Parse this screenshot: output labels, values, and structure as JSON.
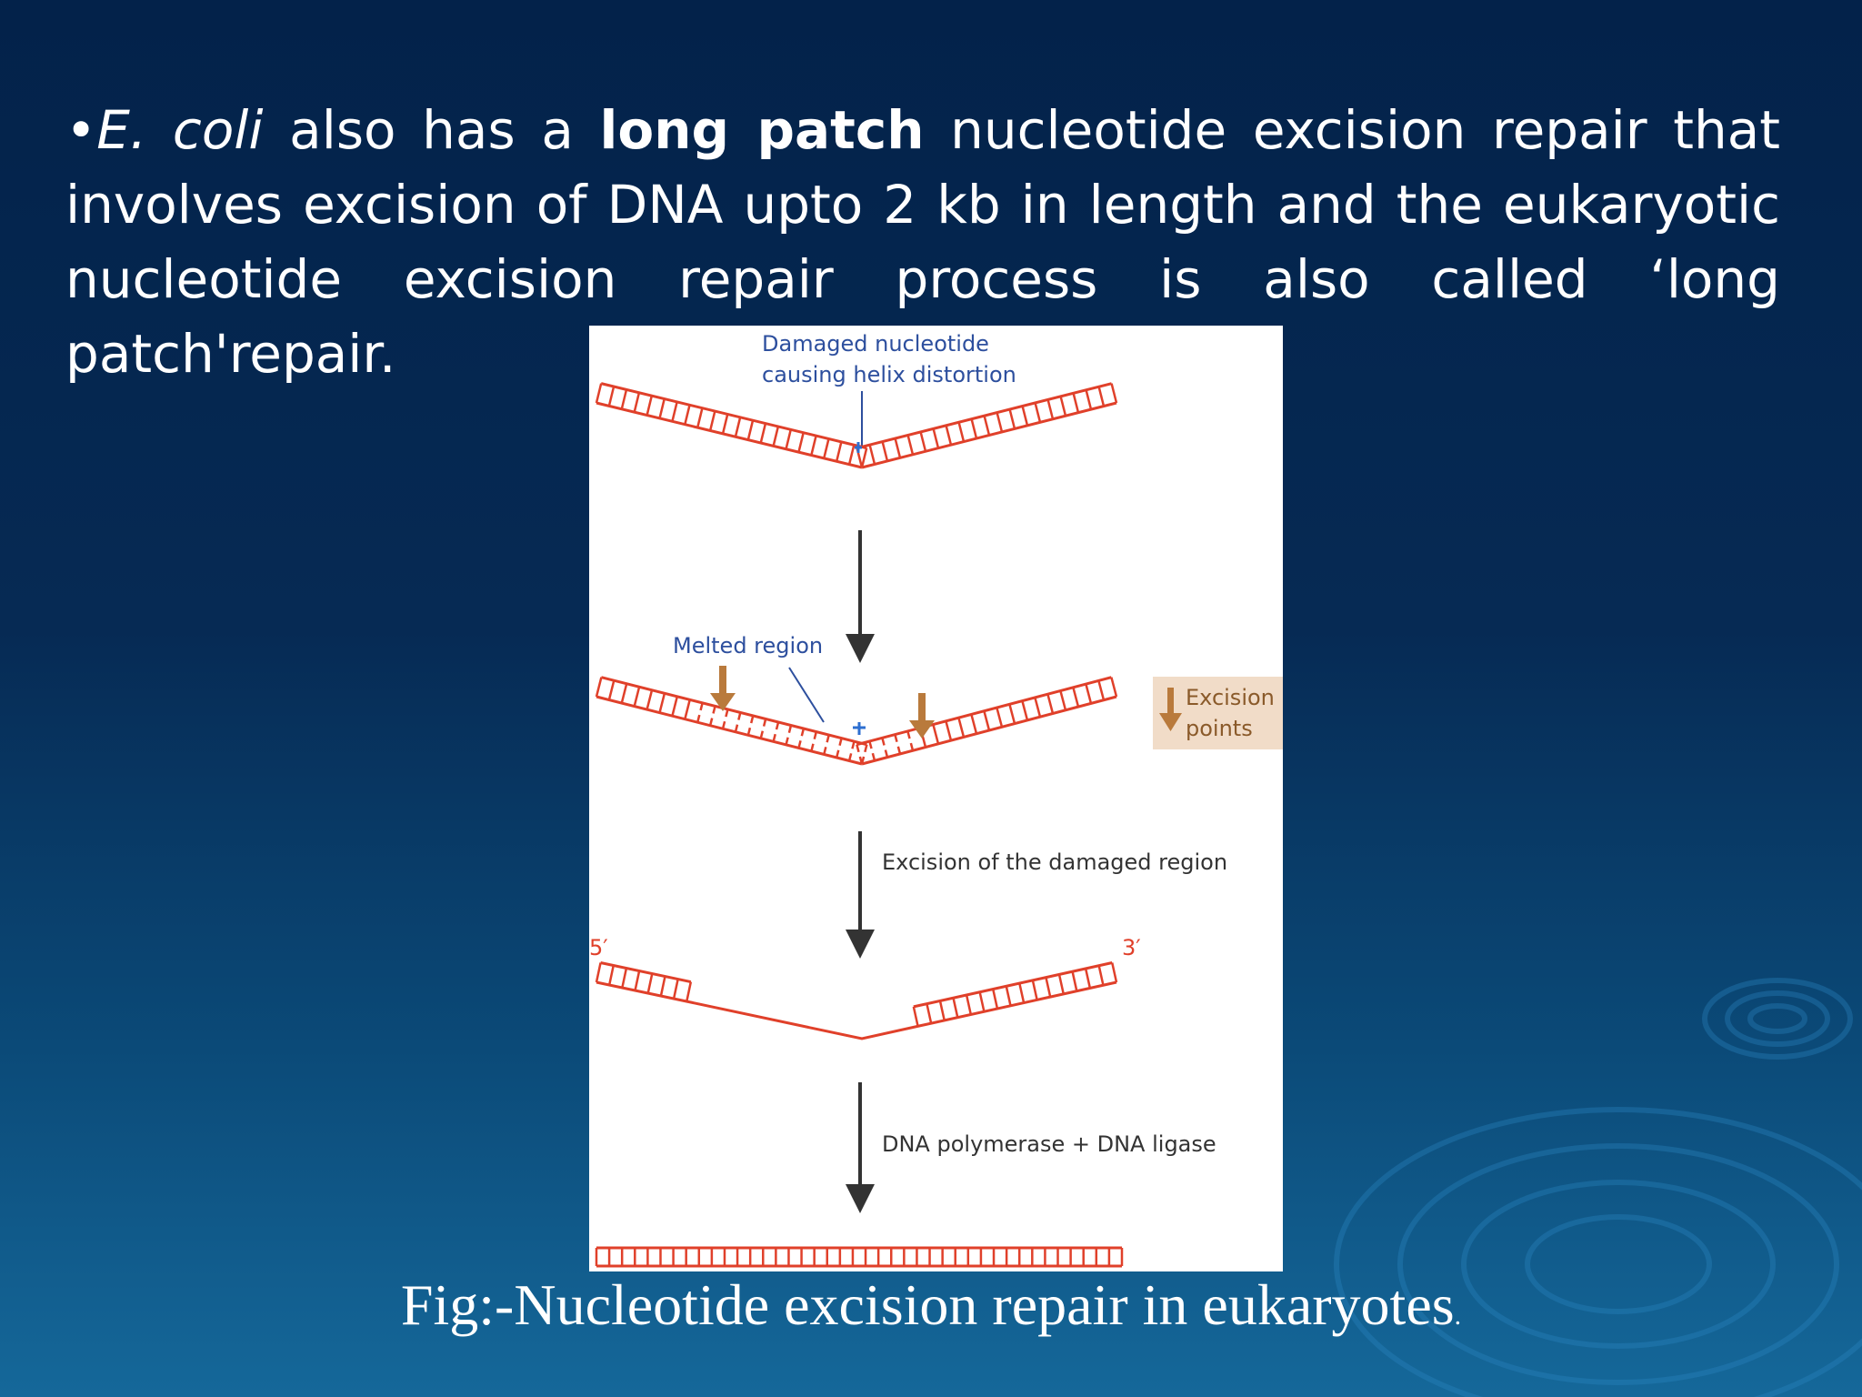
{
  "slide": {
    "bullet": "•",
    "text_italic": "E. coli",
    "text_part1": " also has a ",
    "text_bold": "long patch",
    "text_part2": " nucleotide excision repair that involves excision of DNA upto 2 kb in length and the eukaryotic nucleotide excision repair process is also called ‘long patch'repair.",
    "caption": "Fig:-Nucleotide excision repair in eukaryotes",
    "caption_end": "."
  },
  "figure": {
    "damage_label_line1": "Damaged nucleotide",
    "damage_label_line2": "causing helix distortion",
    "melted_label": "Melted region",
    "excision_legend_line1": "Excision",
    "excision_legend_line2": "points",
    "step2_label": "Excision of the damaged region",
    "five_prime": "5′",
    "three_prime": "3′",
    "step3_label": "DNA polymerase + DNA ligase"
  },
  "colors": {
    "dna_strand": "#e0402a",
    "damage_mark": "#2d6fd0",
    "label_blue": "#2d4f9e",
    "excision_arrow": "#b97a3c",
    "legend_bg": "#f1dcc8",
    "step_arrow": "#333333"
  }
}
